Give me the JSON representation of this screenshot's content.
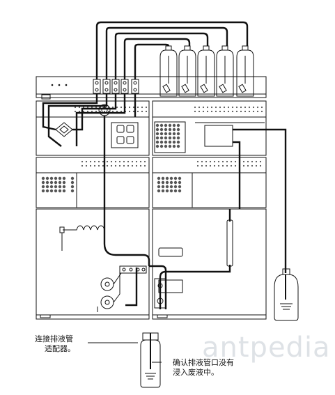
{
  "labels": {
    "connect_line1": "连接排液管",
    "connect_line2": "适配器。",
    "confirm_line1": "确认排液管口没有",
    "confirm_line2": "浸入废液中。"
  },
  "watermark": "antpedia",
  "colors": {
    "line": "#111111",
    "grid": "#555555",
    "watermark": "#d9dde2"
  }
}
